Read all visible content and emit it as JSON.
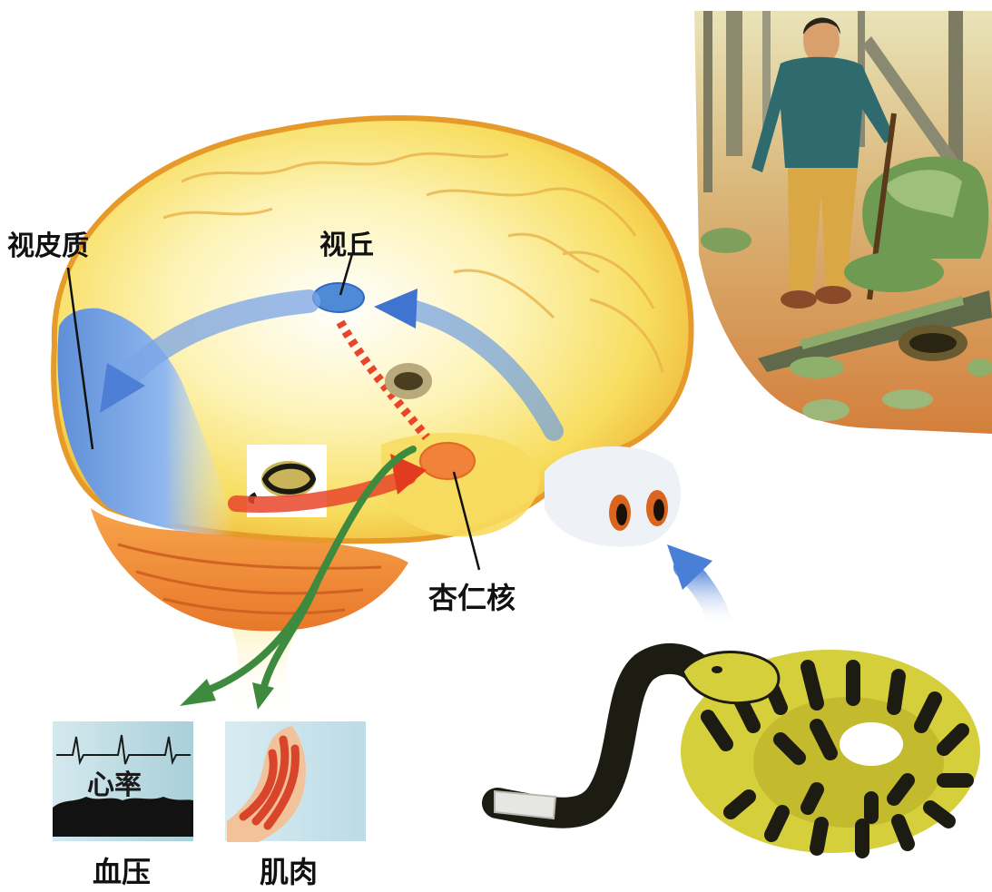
{
  "labels": {
    "visual_cortex": "视皮质",
    "thalamus": "视丘",
    "amygdala": "杏仁核",
    "heart_rate": "心率",
    "blood_pressure": "血压",
    "muscle": "肌肉"
  },
  "colors": {
    "brain_yellow": "#f7e06a",
    "brain_orange": "#f29a36",
    "cortex_blue": "#6f9fe0",
    "signal_red": "#e8452a",
    "response_green": "#3e8a3e",
    "ground_orange": "#d98a4a",
    "snake_yellow": "#d6cf3c",
    "snake_dark": "#1c1c12"
  }
}
